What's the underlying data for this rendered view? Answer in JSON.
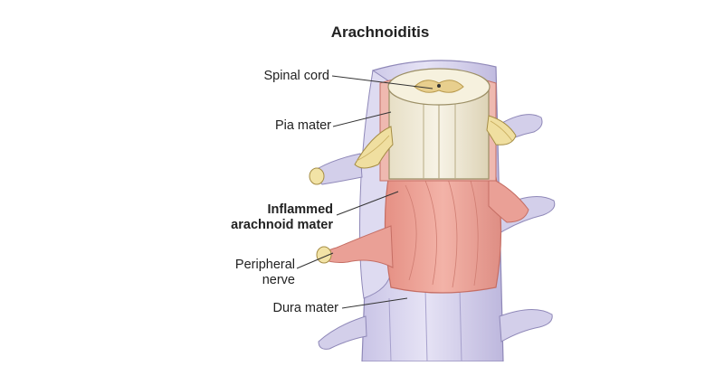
{
  "title": "Arachnoiditis",
  "labels": {
    "spinal_cord": "Spinal cord",
    "pia_mater": "Pia mater",
    "inflamed_line1": "Inflammed",
    "inflamed_line2": "arachnoid mater",
    "peripheral_line1": "Peripheral",
    "peripheral_line2": "nerve",
    "dura_mater": "Dura mater"
  },
  "colors": {
    "dura": "#d9d6ee",
    "dura_shadow": "#b9b4d8",
    "arachnoid": "#eea69c",
    "arachnoid_dark": "#d9857c",
    "cord": "#f1ecdc",
    "cord_shadow": "#d8cfb3",
    "nerve_root": "#f0dfa0",
    "text": "#222222"
  }
}
